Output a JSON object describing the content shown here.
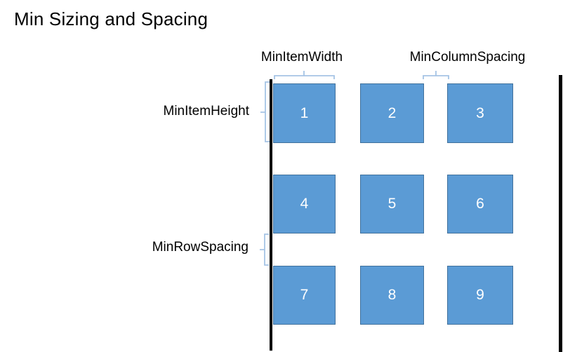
{
  "slide": {
    "title": "Min Sizing and Spacing"
  },
  "annotations": {
    "min_item_width": {
      "label": "MinItemWidth"
    },
    "min_column_spacing": {
      "label": "MinColumnSpacing"
    },
    "min_item_height": {
      "label": "MinItemHeight"
    },
    "min_row_spacing": {
      "label": "MinRowSpacing"
    }
  },
  "grid": {
    "rows": 3,
    "columns": 3,
    "items": [
      {
        "label": "1"
      },
      {
        "label": "2"
      },
      {
        "label": "3"
      },
      {
        "label": "4"
      },
      {
        "label": "5"
      },
      {
        "label": "6"
      },
      {
        "label": "7"
      },
      {
        "label": "8"
      },
      {
        "label": "9"
      }
    ]
  },
  "colors": {
    "item_fill": "#5B9BD5",
    "item_border": "#41719C",
    "item_number_text": "#FFFFFF",
    "brace": "#A6C4E5",
    "boundary_line": "#000000",
    "label_text": "#000000"
  }
}
